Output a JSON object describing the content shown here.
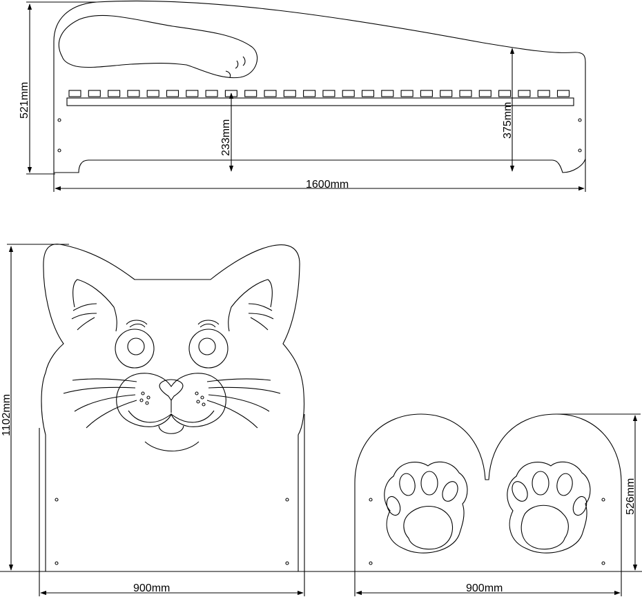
{
  "dimensions": {
    "side_height": "521mm",
    "side_length": "1600mm",
    "slat_height": "233mm",
    "rear_height": "375mm",
    "head_height": "1102mm",
    "head_width": "900mm",
    "foot_height": "526mm",
    "foot_width": "900mm"
  }
}
